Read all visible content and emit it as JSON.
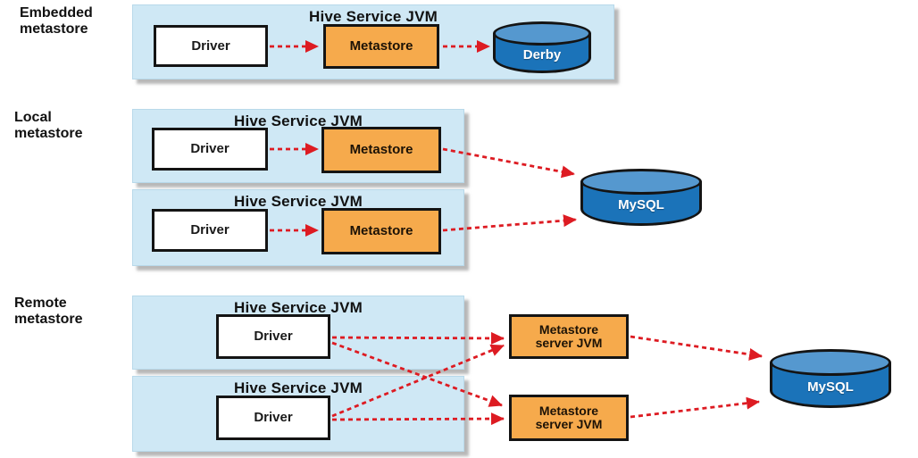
{
  "diagram": {
    "sections": [
      {
        "label": "Embedded\nmetastore"
      },
      {
        "label": "Local\nmetastore"
      },
      {
        "label": "Remote\nmetastore"
      }
    ],
    "panel_title": "Hive Service JVM",
    "nodes": {
      "driver": "Driver",
      "metastore": "Metastore",
      "metastore_server": "Metastore\nserver JVM",
      "derby": "Derby",
      "mysql": "MySQL"
    },
    "colors": {
      "panel_blue": "#cfe8f5",
      "box_orange": "#f6aa4c",
      "arrow_red": "#dd1b22",
      "cylinder_body_blue": "#1b73b9",
      "cylinder_top_blue": "#5598cf",
      "outline": "#141414"
    }
  }
}
